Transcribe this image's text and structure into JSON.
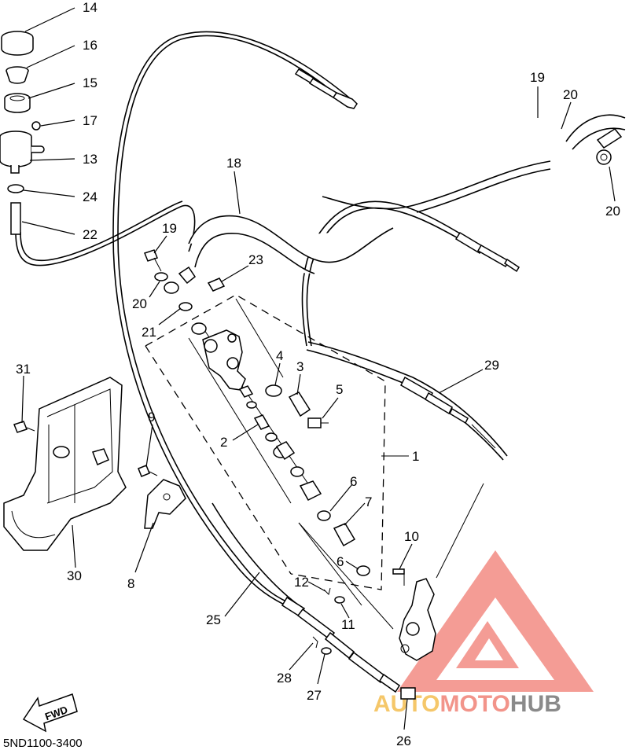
{
  "diagram_code": "5ND1100-3400",
  "direction_badge": "FWD",
  "watermark": {
    "word_auto": "AUTO",
    "word_moto": "MOTO",
    "word_hub": "HUB",
    "color_auto": "#f5c76a",
    "color_moto": "#f2948a",
    "color_hub": "#8a8a8a",
    "triangle_color": "#f28b82"
  },
  "callouts": {
    "c14": "14",
    "c16": "16",
    "c15": "15",
    "c17": "17",
    "c13": "13",
    "c24": "24",
    "c22": "22",
    "c19a": "19",
    "c20a": "20",
    "c21": "21",
    "c18": "18",
    "c23": "23",
    "c19b": "19",
    "c20b": "20",
    "c20c": "20",
    "c4": "4",
    "c3": "3",
    "c5": "5",
    "c29": "29",
    "c2": "2",
    "c1": "1",
    "c6a": "6",
    "c7": "7",
    "c10": "10",
    "c6b": "6",
    "c12": "12",
    "c11": "11",
    "c31": "31",
    "c9": "9",
    "c30": "30",
    "c8": "8",
    "c25": "25",
    "c28": "28",
    "c27": "27",
    "c26": "26"
  }
}
